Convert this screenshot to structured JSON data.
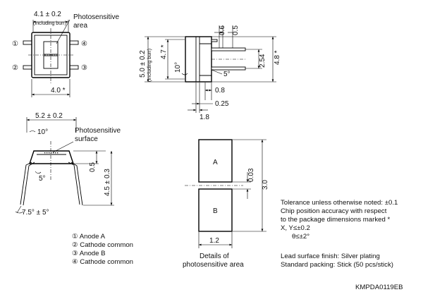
{
  "top_view": {
    "dim_width_top": "4.1 ± 0.2",
    "dim_width_top_note": "(Including burr)",
    "photosensitive_area": [
      "Photosensitive",
      "area"
    ],
    "dim_width_bottom": "4.0 *",
    "pins": [
      "①",
      "②",
      "③",
      "④"
    ]
  },
  "side_view": {
    "dim_height": "5.0 ± 0.2",
    "dim_height_note": "(Including burr)",
    "dim_47": "4.7 *",
    "dim_48": "4.8 *",
    "angle_10": "10°",
    "angle_5": "5°",
    "dim_06": "0.6",
    "dim_05": "0.5",
    "dim_254": "2.54",
    "dim_08": "0.8",
    "dim_025": "0.25",
    "dim_18": "1.8"
  },
  "front_view": {
    "dim_width": "5.2 ± 0.2",
    "angle_10": "10°",
    "photosensitive_surface": [
      "Photosensitive",
      "surface"
    ],
    "dim_05": "0.5",
    "dim_45": "4.5 ± 0.3",
    "angle_5": "5°",
    "angle_75": "7.5° ± 5°"
  },
  "pin_legend": [
    "① Anode A",
    "② Cathode common",
    "③ Anode B",
    "④ Cathode common"
  ],
  "detail_view": {
    "label_a": "A",
    "label_b": "B",
    "dim_003": "0.03",
    "dim_30": "3.0",
    "dim_12": "1.2",
    "caption": [
      "Details of",
      "photosensitive area"
    ]
  },
  "notes": {
    "tolerance": [
      "Tolerance unless otherwise noted: ±0.1",
      "Chip position accuracy with respect",
      "to the package dimensions marked *",
      "X, Y≤±0.2",
      "θ≤±2°"
    ],
    "finish": "Lead surface finish: Silver plating",
    "packing": "Standard packing: Stick (50 pcs/stick)"
  },
  "drawing_code": "KMPDA0119EB"
}
